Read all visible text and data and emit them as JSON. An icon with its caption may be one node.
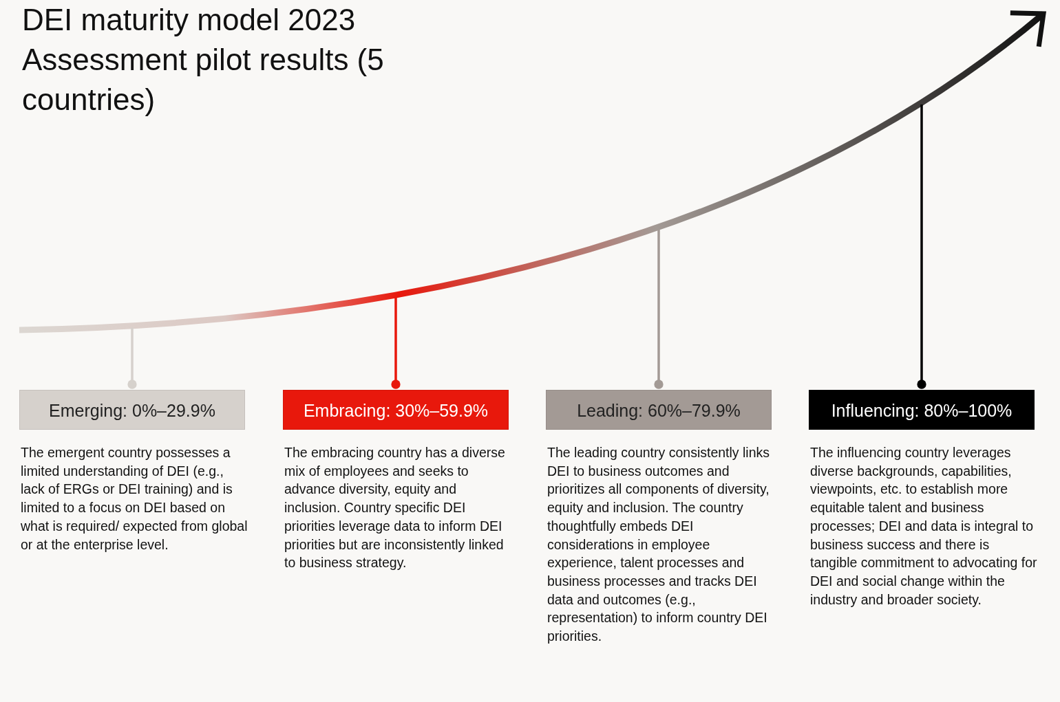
{
  "diagram": {
    "title": "DEI maturity model 2023 Assessment pilot results (5 countries)",
    "nodes": [
      {
        "text": [],
        "shape": "curve"
      },
      {
        "text": [
          "Emerging: 0%–29.9%",
          "The emergent country possesses a limited understanding of DEI (e.g., lack of ERGs or DEI training) and is limited to a focus on DEI based on what is required/ expected from global or at the enterprise level."
        ]
      },
      {
        "text": [
          "Embracing: 30%–59.9%",
          "The embracing country has a diverse mix of employees and seeks to advance diversity, equity and inclusion. Country specific DEI priorities leverage data to inform DEI priorities but are inconsistently linked to business strategy."
        ]
      },
      {
        "text": [
          "Leading: 60%–79.9%",
          "The leading country consistently links DEI to business outcomes and prioritizes all components of diversity, equity and inclusion. The country thoughtfully embeds DEI considerations in employee experience, talent processes and business processes and tracks DEI data and outcomes (e.g., representation) to inform country DEI priorities."
        ]
      },
      {
        "text": [
          "Influencing: 80%–100%",
          "The influencing country leverages diverse backgrounds, capabilities, viewpoints, etc. to establish more equitable talent and business processes; DEI and data is integral to business success and there is tangible commitment to advocating for DEI and social change within the industry and broader society."
        ]
      }
    ],
    "edges": [
      {
        "from": 0,
        "to": 1,
        "arrow": "other",
        "color": "#d6d1cc"
      },
      {
        "from": 0,
        "to": 2,
        "arrow": "other",
        "color": "#e8180c"
      },
      {
        "from": 0,
        "to": 3,
        "arrow": "other",
        "color": "#a39a95"
      },
      {
        "from": 0,
        "to": 4,
        "arrow": "other",
        "color": "#000000"
      }
    ]
  }
}
